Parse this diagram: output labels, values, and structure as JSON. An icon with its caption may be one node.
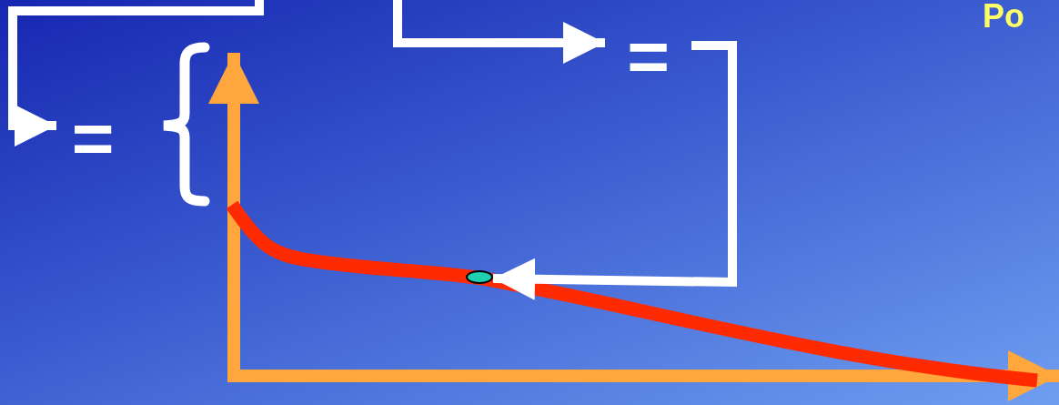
{
  "diagram": {
    "nodes": [
      {
        "text": [
          "="
        ]
      },
      {
        "text": [
          "="
        ]
      },
      {
        "text": [],
        "shape": "circle"
      }
    ],
    "edges": [
      {
        "from": null,
        "to": 0,
        "arrow": "to"
      },
      {
        "from": null,
        "to": 1,
        "arrow": "to"
      },
      {
        "from": 1,
        "to": 2,
        "arrow": "to"
      }
    ],
    "labels": [
      "Po"
    ]
  }
}
